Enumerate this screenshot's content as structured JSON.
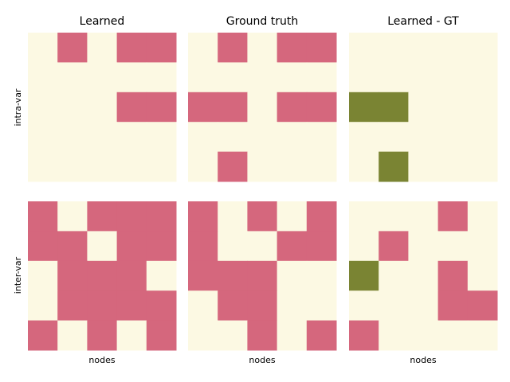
{
  "colors": {
    "background": "#FCF9E3",
    "positive": "#D5677D",
    "negative": "#7A8433"
  },
  "chart_data": {
    "type": "heatmap",
    "column_titles": [
      "Learned",
      "Ground truth",
      "Learned - GT"
    ],
    "row_labels": [
      "intra-var",
      "inter-var"
    ],
    "xlabel": "nodes",
    "grid": false,
    "value_encoding": {
      "0": "background",
      "1": "positive",
      "-1": "negative"
    },
    "panels": [
      {
        "row": "intra-var",
        "col": "Learned",
        "matrix": [
          [
            0,
            1,
            0,
            1,
            1
          ],
          [
            0,
            0,
            0,
            0,
            0
          ],
          [
            0,
            0,
            0,
            1,
            1
          ],
          [
            0,
            0,
            0,
            0,
            0
          ],
          [
            0,
            0,
            0,
            0,
            0
          ]
        ]
      },
      {
        "row": "intra-var",
        "col": "Ground truth",
        "matrix": [
          [
            0,
            1,
            0,
            1,
            1
          ],
          [
            0,
            0,
            0,
            0,
            0
          ],
          [
            1,
            1,
            0,
            1,
            1
          ],
          [
            0,
            0,
            0,
            0,
            0
          ],
          [
            0,
            1,
            0,
            0,
            0
          ]
        ]
      },
      {
        "row": "intra-var",
        "col": "Learned - GT",
        "matrix": [
          [
            0,
            0,
            0,
            0,
            0
          ],
          [
            0,
            0,
            0,
            0,
            0
          ],
          [
            -1,
            -1,
            0,
            0,
            0
          ],
          [
            0,
            0,
            0,
            0,
            0
          ],
          [
            0,
            -1,
            0,
            0,
            0
          ]
        ]
      },
      {
        "row": "inter-var",
        "col": "Learned",
        "matrix": [
          [
            1,
            0,
            1,
            1,
            1
          ],
          [
            1,
            1,
            0,
            1,
            1
          ],
          [
            0,
            1,
            1,
            1,
            0
          ],
          [
            0,
            1,
            1,
            1,
            1
          ],
          [
            1,
            0,
            1,
            0,
            1
          ]
        ]
      },
      {
        "row": "inter-var",
        "col": "Ground truth",
        "matrix": [
          [
            1,
            0,
            1,
            0,
            1
          ],
          [
            1,
            0,
            0,
            1,
            1
          ],
          [
            1,
            1,
            1,
            0,
            0
          ],
          [
            0,
            1,
            1,
            0,
            0
          ],
          [
            0,
            0,
            1,
            0,
            1
          ]
        ]
      },
      {
        "row": "inter-var",
        "col": "Learned - GT",
        "matrix": [
          [
            0,
            0,
            0,
            1,
            0
          ],
          [
            0,
            1,
            0,
            0,
            0
          ],
          [
            -1,
            0,
            0,
            1,
            0
          ],
          [
            0,
            0,
            0,
            1,
            1
          ],
          [
            1,
            0,
            0,
            0,
            0
          ]
        ]
      }
    ]
  }
}
